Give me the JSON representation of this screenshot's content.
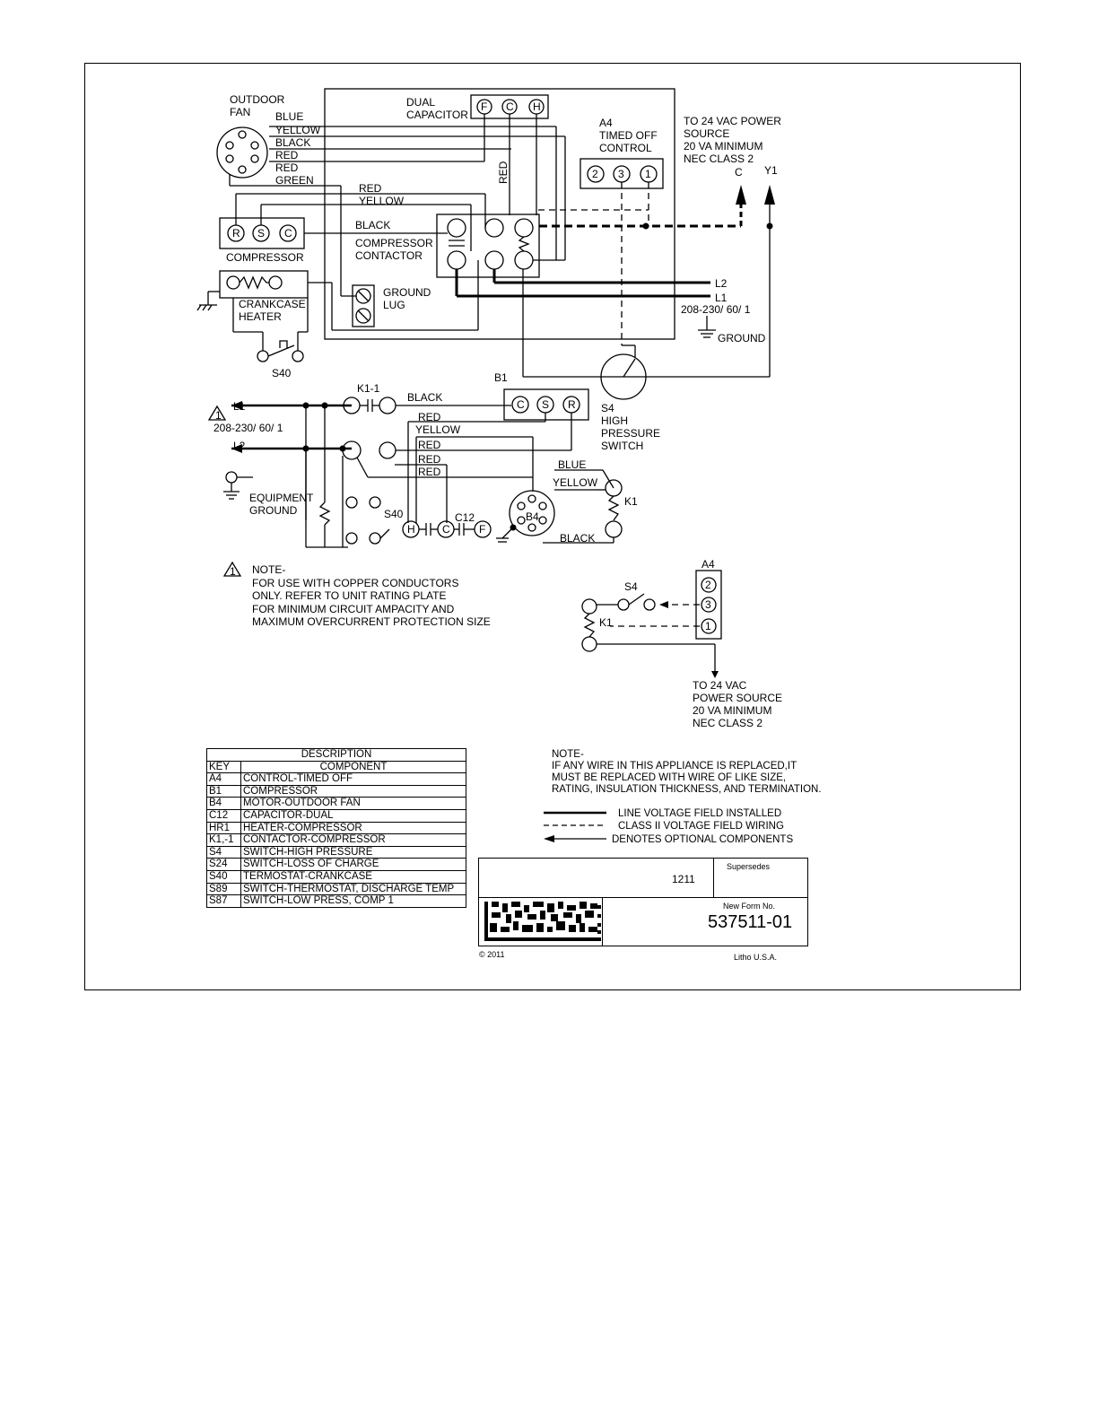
{
  "components": {
    "outdoor_fan": "OUTDOOR\nFAN",
    "dual_capacitor": "DUAL\nCAPACITOR",
    "cap_terminals": [
      "F",
      "C",
      "H"
    ],
    "a4_timed_off": "A4\nTIMED OFF\nCONTROL",
    "a4_terminals": [
      "2",
      "3",
      "1"
    ],
    "power_source_top": "TO 24 VAC POWER\nSOURCE\n20 VA MINIMUM\nNEC CLASS 2",
    "c_label": "C",
    "y1_label": "Y1",
    "compressor": "COMPRESSOR",
    "compressor_terminals": [
      "R",
      "S",
      "C"
    ],
    "compressor_contactor": "COMPRESSOR\nCONTACTOR",
    "crankcase_heater": "CRANKCASE\nHEATER",
    "ground_lug": "GROUND\nLUG",
    "s40": "S40",
    "l2": "L2",
    "l1": "L1",
    "voltage": "208-230/ 60/ 1",
    "ground": "GROUND",
    "s4_high_pressure": "S4\nHIGH\nPRESSURE\nSWITCH",
    "b1": "B1",
    "b1_terminals": [
      "C",
      "S",
      "R"
    ],
    "k1_1": "K1-1",
    "equipment_ground": "EQUIPMENT\nGROUND",
    "c12": "C12",
    "b4": "B4",
    "k1": "K1",
    "s4": "S4",
    "a4": "A4",
    "a4_small_terminals": [
      "2",
      "3",
      "1"
    ],
    "power_source_bottom": "TO 24 VAC\nPOWER SOURCE\n20 VA MINIMUM\nNEC CLASS 2",
    "warning_symbol": "1",
    "h_label": "H",
    "c_cap_label": "C",
    "f_label": "F"
  },
  "wires": {
    "blue": "BLUE",
    "yellow": "YELLOW",
    "black": "BLACK",
    "red": "RED",
    "green": "GREEN"
  },
  "note1": {
    "title": "NOTE-",
    "lines": [
      "FOR USE WITH COPPER CONDUCTORS",
      "ONLY. REFER TO UNIT RATING PLATE",
      "FOR MINIMUM CIRCUIT AMPACITY AND",
      "MAXIMUM OVERCURRENT PROTECTION SIZE"
    ]
  },
  "note2": {
    "title": "NOTE-",
    "lines": [
      "IF ANY WIRE IN THIS APPLIANCE IS REPLACED,IT",
      "MUST BE REPLACED WITH WIRE OF LIKE SIZE,",
      "RATING, INSULATION THICKNESS, AND TERMINATION."
    ]
  },
  "legend": [
    {
      "style": "solid",
      "label": "LINE VOLTAGE FIELD INSTALLED"
    },
    {
      "style": "dashed",
      "label": "CLASS II VOLTAGE FIELD WIRING"
    },
    {
      "style": "arrow",
      "label": "DENOTES OPTIONAL COMPONENTS"
    }
  ],
  "table": {
    "title": "DESCRIPTION",
    "header": {
      "key": "KEY",
      "component": "COMPONENT"
    },
    "rows": [
      {
        "key": "A4",
        "component": "CONTROL-TIMED OFF"
      },
      {
        "key": "B1",
        "component": "COMPRESSOR"
      },
      {
        "key": "B4",
        "component": "MOTOR-OUTDOOR FAN"
      },
      {
        "key": "C12",
        "component": "CAPACITOR-DUAL"
      },
      {
        "key": "HR1",
        "component": "HEATER-COMPRESSOR"
      },
      {
        "key": "K1,-1",
        "component": "CONTACTOR-COMPRESSOR"
      },
      {
        "key": "S4",
        "component": "SWITCH-HIGH PRESSURE"
      },
      {
        "key": "S24",
        "component": "SWITCH-LOSS OF CHARGE"
      },
      {
        "key": "S40",
        "component": "TERMOSTAT-CRANKCASE"
      },
      {
        "key": "S89",
        "component": "SWITCH-THERMOSTAT, DISCHARGE TEMP"
      },
      {
        "key": "S87",
        "component": "SWITCH-LOW PRESS, COMP 1"
      }
    ]
  },
  "titleblock": {
    "date_code": "1211",
    "supersedes": "Supersedes",
    "new_form_label": "New Form No.",
    "form_number": "537511-01",
    "copyright": "2011",
    "litho": "Litho U.S.A."
  }
}
